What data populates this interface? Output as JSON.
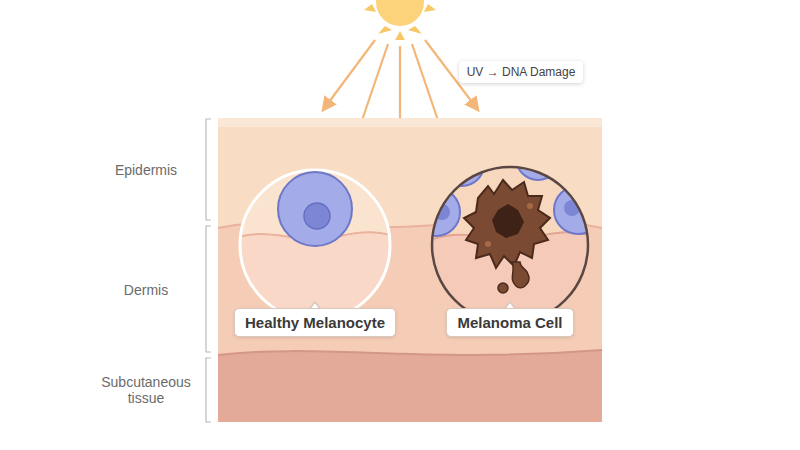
{
  "diagram": {
    "nodes": [
      {
        "text": [
          "UV → DNA Damage"
        ]
      },
      {
        "text": [
          "Healthy Melanocyte"
        ]
      },
      {
        "text": [
          "Melanoma Cell"
        ]
      }
    ],
    "labels": [
      "Epidermis",
      "Dermis",
      "Subcutaneous tissue"
    ]
  }
}
